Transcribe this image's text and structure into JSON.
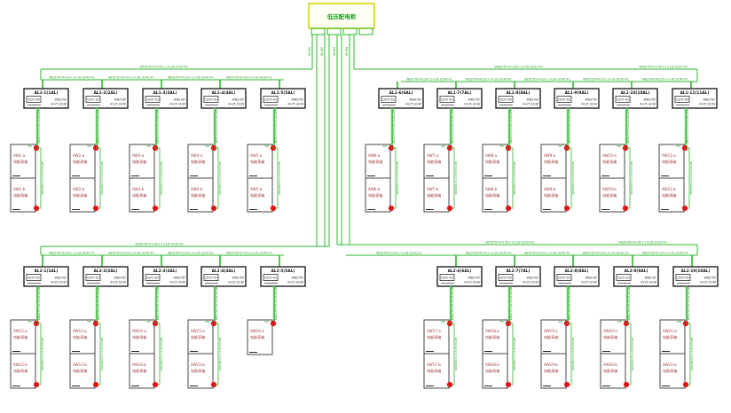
{
  "main_panel": {
    "label": "低压配电柜",
    "terminal_count": 4
  },
  "trunk_labels": [
    "WLM1",
    "WLM2",
    "WLM3",
    "WLM4"
  ],
  "cable_specs": {
    "feeder": "WDZ-YJY-4×35+1×16-SC50-FC",
    "branch": "WDZ-YJY-4×25+1×16-SC40-FC",
    "riser": "WDZ-YJY-4×25-SC40-WE",
    "bracket": "WDZ-BYJ-3×2.5-PC20-WE",
    "junction": "WE"
  },
  "colors": {
    "line_green": "#2db82d",
    "riser_green": "#8ce08c",
    "label_green": "#1ea01e",
    "panel_yellow": "#d6d600",
    "box_border": "#222222",
    "red_dot": "#df1616",
    "cell_text": "#a03c3c"
  },
  "groups": [
    {
      "id": "top-left",
      "units": [
        {
          "title": "AL1-1(1AL)",
          "breaker": "DZ47-63",
          "note1": "WDZ-YJY",
          "note2": "4×25 SC40",
          "top_code": "AW1-a",
          "top_name": "电能表箱",
          "bot_code": "AW1-b",
          "bot_name": "电能表箱",
          "single": false
        },
        {
          "title": "AL1-2(2AL)",
          "breaker": "DZ47-63",
          "note1": "WDZ-YJY",
          "note2": "4×25 SC40",
          "top_code": "AW2-a",
          "top_name": "电能表箱",
          "bot_code": "AW2-b",
          "bot_name": "电能表箱",
          "single": false
        },
        {
          "title": "AL1-3(3AL)",
          "breaker": "DZ47-63",
          "note1": "WDZ-YJY",
          "note2": "4×25 SC40",
          "top_code": "AW3-a",
          "top_name": "电能表箱",
          "bot_code": "AW3-b",
          "bot_name": "电能表箱",
          "single": false
        },
        {
          "title": "AL1-4(4AL)",
          "breaker": "DZ47-63",
          "note1": "WDZ-YJY",
          "note2": "4×25 SC40",
          "top_code": "AW4-a",
          "top_name": "电能表箱",
          "bot_code": "AW4-b",
          "bot_name": "电能表箱",
          "single": false
        },
        {
          "title": "AL1-5(5AL)",
          "breaker": "DZ47-63",
          "note1": "WDZ-YJY",
          "note2": "4×25 SC40",
          "top_code": "AW5-a",
          "top_name": "电能表箱",
          "bot_code": "AW5-b",
          "bot_name": "电能表箱",
          "single": false
        }
      ]
    },
    {
      "id": "top-right",
      "units": [
        {
          "title": "AL1-6(6AL)",
          "breaker": "DZ47-63",
          "note1": "WDZ-YJY",
          "note2": "4×25 SC40",
          "top_code": "AW6-a",
          "top_name": "电能表箱",
          "bot_code": "AW6-b",
          "bot_name": "电能表箱",
          "single": false
        },
        {
          "title": "AL1-7(7AL)",
          "breaker": "DZ47-63",
          "note1": "WDZ-YJY",
          "note2": "4×25 SC40",
          "top_code": "AW7-a",
          "top_name": "电能表箱",
          "bot_code": "AW7-b",
          "bot_name": "电能表箱",
          "single": false
        },
        {
          "title": "AL1-8(8AL)",
          "breaker": "DZ47-63",
          "note1": "WDZ-YJY",
          "note2": "4×25 SC40",
          "top_code": "AW8-a",
          "top_name": "电能表箱",
          "bot_code": "AW8-b",
          "bot_name": "电能表箱",
          "single": false
        },
        {
          "title": "AL1-9(9AL)",
          "breaker": "DZ47-63",
          "note1": "WDZ-YJY",
          "note2": "4×25 SC40",
          "top_code": "AW9-a",
          "top_name": "电能表箱",
          "bot_code": "AW9-b",
          "bot_name": "电能表箱",
          "single": false
        },
        {
          "title": "AL1-10(10AL)",
          "breaker": "DZ47-63",
          "note1": "WDZ-YJY",
          "note2": "4×25 SC40",
          "top_code": "AW10-a",
          "top_name": "电能表箱",
          "bot_code": "AW10-b",
          "bot_name": "电能表箱",
          "single": false
        },
        {
          "title": "AL1-11(11AL)",
          "breaker": "DZ47-63",
          "note1": "WDZ-YJY",
          "note2": "4×25 SC40",
          "top_code": "AW11-a",
          "top_name": "电能表箱",
          "bot_code": "AW11-b",
          "bot_name": "电能表箱",
          "single": false
        }
      ]
    },
    {
      "id": "bottom-left",
      "units": [
        {
          "title": "AL2-1(1AL)",
          "breaker": "DZ47-63",
          "note1": "WDZ-YJY",
          "note2": "4×25 SC40",
          "top_code": "AW12-a",
          "top_name": "电能表箱",
          "bot_code": "AW12-b",
          "bot_name": "电能表箱",
          "single": false
        },
        {
          "title": "AL2-2(2AL)",
          "breaker": "DZ47-63",
          "note1": "WDZ-YJY",
          "note2": "4×25 SC40",
          "top_code": "AW13-a",
          "top_name": "电能表箱",
          "bot_code": "AW13-b",
          "bot_name": "电能表箱",
          "single": false
        },
        {
          "title": "AL2-3(3AL)",
          "breaker": "DZ47-63",
          "note1": "WDZ-YJY",
          "note2": "4×25 SC40",
          "top_code": "AW14-a",
          "top_name": "电能表箱",
          "bot_code": "AW14-b",
          "bot_name": "电能表箱",
          "single": false
        },
        {
          "title": "AL2-4(4AL)",
          "breaker": "DZ47-63",
          "note1": "WDZ-YJY",
          "note2": "4×25 SC40",
          "top_code": "AW15-a",
          "top_name": "电能表箱",
          "bot_code": "AW15-b",
          "bot_name": "电能表箱",
          "single": false
        },
        {
          "title": "AL2-5(5AL)",
          "breaker": "DZ47-63",
          "note1": "WDZ-YJY",
          "note2": "4×25 SC40",
          "top_code": "AW16-a",
          "top_name": "电能表箱",
          "bot_code": "",
          "bot_name": "",
          "single": true
        }
      ]
    },
    {
      "id": "bottom-right",
      "units": [
        {
          "title": "AL2-6(6AL)",
          "breaker": "DZ47-63",
          "note1": "WDZ-YJY",
          "note2": "4×25 SC40",
          "top_code": "AW17-a",
          "top_name": "电能表箱",
          "bot_code": "AW17-b",
          "bot_name": "电能表箱",
          "single": false
        },
        {
          "title": "AL2-7(7AL)",
          "breaker": "DZ47-63",
          "note1": "WDZ-YJY",
          "note2": "4×25 SC40",
          "top_code": "AW18-a",
          "top_name": "电能表箱",
          "bot_code": "AW18-b",
          "bot_name": "电能表箱",
          "single": false
        },
        {
          "title": "AL2-8(8AL)",
          "breaker": "DZ47-63",
          "note1": "WDZ-YJY",
          "note2": "4×25 SC40",
          "top_code": "AW19-a",
          "top_name": "电能表箱",
          "bot_code": "AW19-b",
          "bot_name": "电能表箱",
          "single": false
        },
        {
          "title": "AL2-9(9AL)",
          "breaker": "DZ47-63",
          "note1": "WDZ-YJY",
          "note2": "4×25 SC40",
          "top_code": "AW20-a",
          "top_name": "电能表箱",
          "bot_code": "AW20-b",
          "bot_name": "电能表箱",
          "single": false
        },
        {
          "title": "AL2-10(10AL)",
          "breaker": "DZ47-63",
          "note1": "WDZ-YJY",
          "note2": "4×25 SC40",
          "top_code": "AW21-a",
          "top_name": "电能表箱",
          "bot_code": "AW21-b",
          "bot_name": "电能表箱",
          "single": false
        }
      ]
    }
  ]
}
